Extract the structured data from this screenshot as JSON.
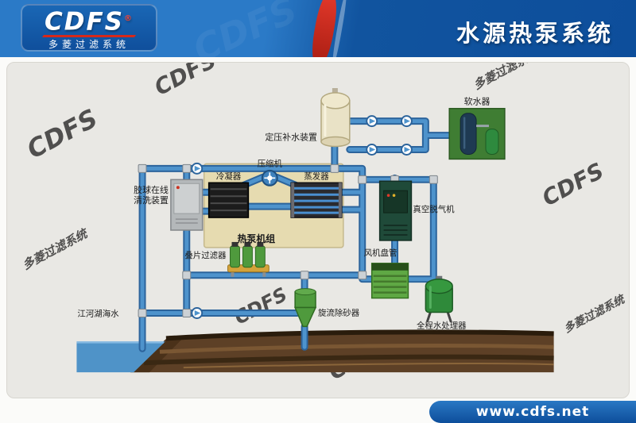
{
  "header": {
    "logo_text": "CDFS",
    "logo_reg": "®",
    "logo_subtext": "多菱过滤系统",
    "title": "水源热泵系统"
  },
  "footer": {
    "url": "www.cdfs.net"
  },
  "watermark": {
    "logo": "CDFS",
    "subtext": "多菱过滤系统"
  },
  "colors": {
    "header_blue": "#11549f",
    "accent_red": "#d6281a",
    "pipe_outer": "#2c649c",
    "pipe_inner": "#4e93cc",
    "panel_beige": "#e6dbb0",
    "equipment_green": "#4f9a3d",
    "earth_brown": "#5d4026",
    "water_blue": "#4f93c8",
    "background_gray": "#e9e8e4"
  },
  "diagram": {
    "labels": {
      "expansion_tank": "定压补水装置",
      "softener": "软水器",
      "ball_cleaner_line1": "胶球在线",
      "ball_cleaner_line2": "清洗装置",
      "condenser": "冷凝器",
      "compressor": "压缩机",
      "evaporator": "蒸发器",
      "heat_pump_unit": "热泵机组",
      "degasser": "真空脱气机",
      "disc_filter": "叠片过滤器",
      "fan_coil": "风机盘管",
      "cyclone": "旋流除砂器",
      "water_processor": "全程水处理器",
      "source_water": "江河湖海水"
    }
  }
}
